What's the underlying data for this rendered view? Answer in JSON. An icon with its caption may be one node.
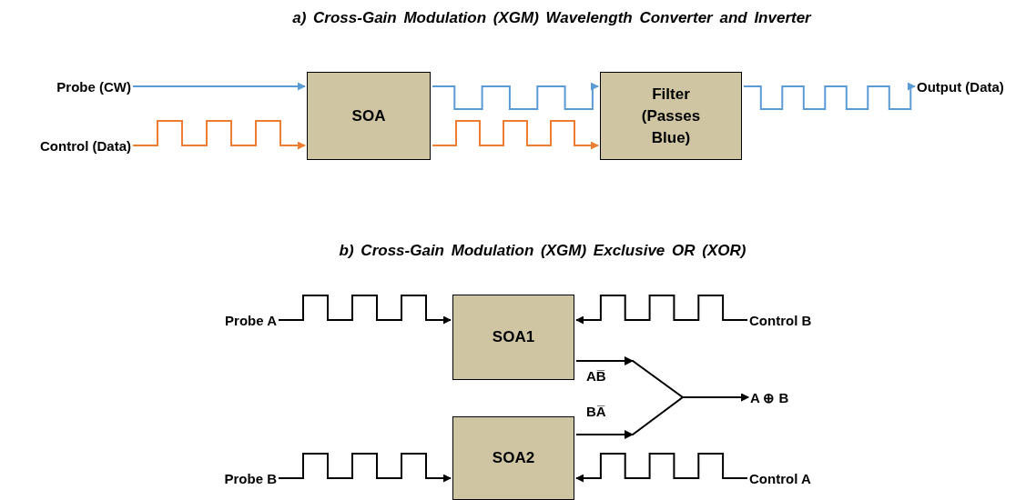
{
  "diagram": {
    "nodes": [
      {
        "text": [
          "Probe (CW)"
        ]
      },
      {
        "text": [
          "Control (Data)"
        ]
      },
      {
        "text": [
          "SOA"
        ]
      },
      {
        "text": [
          "Filter (Passes Blue)"
        ]
      },
      {
        "text": [
          "Output (Data)"
        ]
      },
      {
        "text": [
          "Probe A"
        ]
      },
      {
        "text": [
          "SOA1"
        ]
      },
      {
        "text": [
          "Control B"
        ]
      },
      {
        "text": [
          "SOA2"
        ]
      },
      {
        "text": [
          "Probe B"
        ]
      },
      {
        "text": [
          "Control A"
        ]
      },
      {
        "text": [
          "A ⊕ B"
        ]
      }
    ],
    "edges": [
      {
        "from": 0,
        "to": 2,
        "arrow": "to",
        "color": "#5b9bd5"
      },
      {
        "from": 1,
        "to": 2,
        "arrow": "to",
        "color": "#ed7d31"
      },
      {
        "from": 2,
        "to": 3,
        "arrow": "to",
        "color": "#5b9bd5"
      },
      {
        "from": 2,
        "to": 3,
        "arrow": "to",
        "color": "#ed7d31"
      },
      {
        "from": 3,
        "to": 4,
        "arrow": "to",
        "color": "#5b9bd5"
      },
      {
        "from": 5,
        "to": 6,
        "arrow": "to"
      },
      {
        "from": 7,
        "to": 6,
        "arrow": "to"
      },
      {
        "from": 9,
        "to": 8,
        "arrow": "to"
      },
      {
        "from": 10,
        "to": 8,
        "arrow": "to"
      },
      {
        "from": 6,
        "to": 11,
        "arrow": "to",
        "label": "AB̅"
      },
      {
        "from": 8,
        "to": 11,
        "arrow": "to",
        "label": "BA̅"
      }
    ],
    "labels": [
      "a) Cross-Gain Modulation (XGM) Wavelength Converter and Inverter",
      "b) Cross-Gain Modulation (XGM) Exclusive OR (XOR)"
    ]
  }
}
